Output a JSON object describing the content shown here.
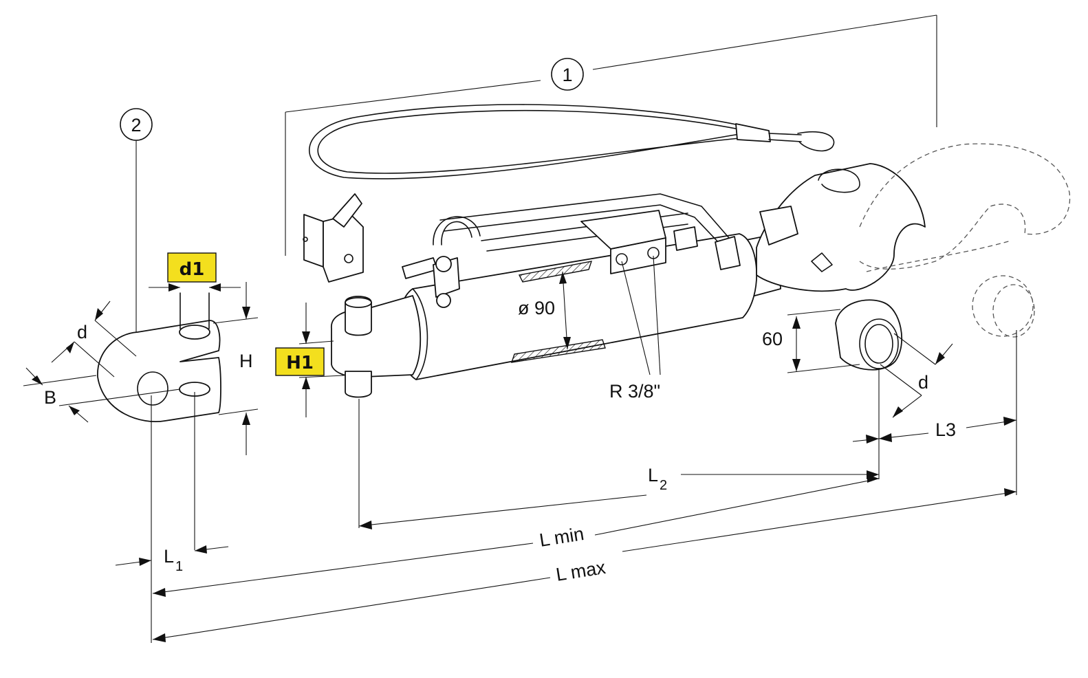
{
  "callouts": {
    "assembly": "1",
    "clevis": "2"
  },
  "highlighted_labels": {
    "pin_diameter": "d1",
    "height": "H1"
  },
  "dimensions": {
    "cylinder_diameter": "ø 90",
    "port_thread": "R 3/8\"",
    "ball_height": "60",
    "ball_bore": "d",
    "clevis_bore": "d",
    "clevis_width": "B",
    "clevis_height": "H",
    "clevis_offset": {
      "main": "L",
      "sub": "1"
    },
    "l2": {
      "main": "L",
      "sub": "2"
    },
    "l3": "L3",
    "l_min": "L min",
    "l_max": "L max"
  },
  "colors": {
    "highlight": "#f3df1e",
    "line": "#111111"
  }
}
